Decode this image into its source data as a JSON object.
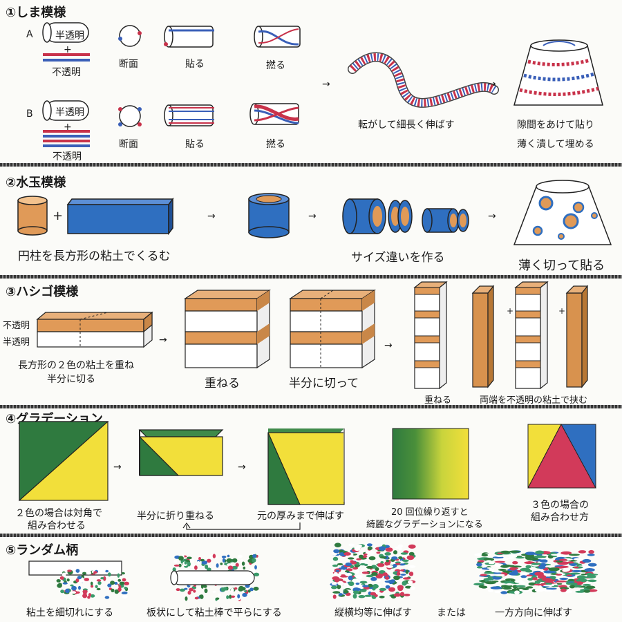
{
  "s1": {
    "title": "①しま模様",
    "row_a": "A",
    "row_b": "B",
    "translucent": "半透明",
    "plus": "+",
    "opaque": "不透明",
    "section_label": "断面",
    "stick_label": "貼る",
    "twist_label": "撚る",
    "roll_label": "転がして細長く伸ばす",
    "apply_label_1": "隙間をあけて貼り",
    "apply_label_2": "薄く潰して埋める"
  },
  "s2": {
    "title": "②水玉模様",
    "wrap_label": "円柱を長方形の粘土でくるむ",
    "size_label": "サイズ違いを作る",
    "stick_label": "薄く切って貼る"
  },
  "s3": {
    "title": "③ハシゴ模様",
    "opaque": "不透明",
    "translucent": "半透明",
    "stack_label_1": "長方形の２色の粘土を重ね",
    "stack_label_2": "半分に切る",
    "layer_label": "重ねる",
    "cut_label": "半分に切って",
    "layer_label_small": "重ねる",
    "sandwich_label": "両端を不透明の粘土で挟む"
  },
  "s4": {
    "title": "④グラデーション",
    "diag_label_1": "２色の場合は対角で",
    "diag_label_2": "組み合わせる",
    "fold_label": "半分に折り重ねる",
    "roll_label": "元の厚みまで伸ばす",
    "repeat_label_1": "20 回位繰り返すと",
    "repeat_label_2": "綺麗なグラデーションになる",
    "three_label_1": "３色の場合の",
    "three_label_2": "組み合わせ方"
  },
  "s5": {
    "title": "⑤ランダム柄",
    "chop_label": "粘土を細切れにする",
    "flatten_label": "板状にして粘土棒で平らにする",
    "even_label": "縦横均等に伸ばす",
    "or_label": "または",
    "oneway_label": "一方方向に伸ばす"
  },
  "arrow": "→",
  "colors": {
    "orange": "#e09a58",
    "blue": "#2f6fc0",
    "green": "#2f7a3f",
    "yellow": "#f2df3a",
    "red": "#d23a5a",
    "stripe_red": "#c8324a",
    "stripe_blue": "#3a5fb8"
  }
}
